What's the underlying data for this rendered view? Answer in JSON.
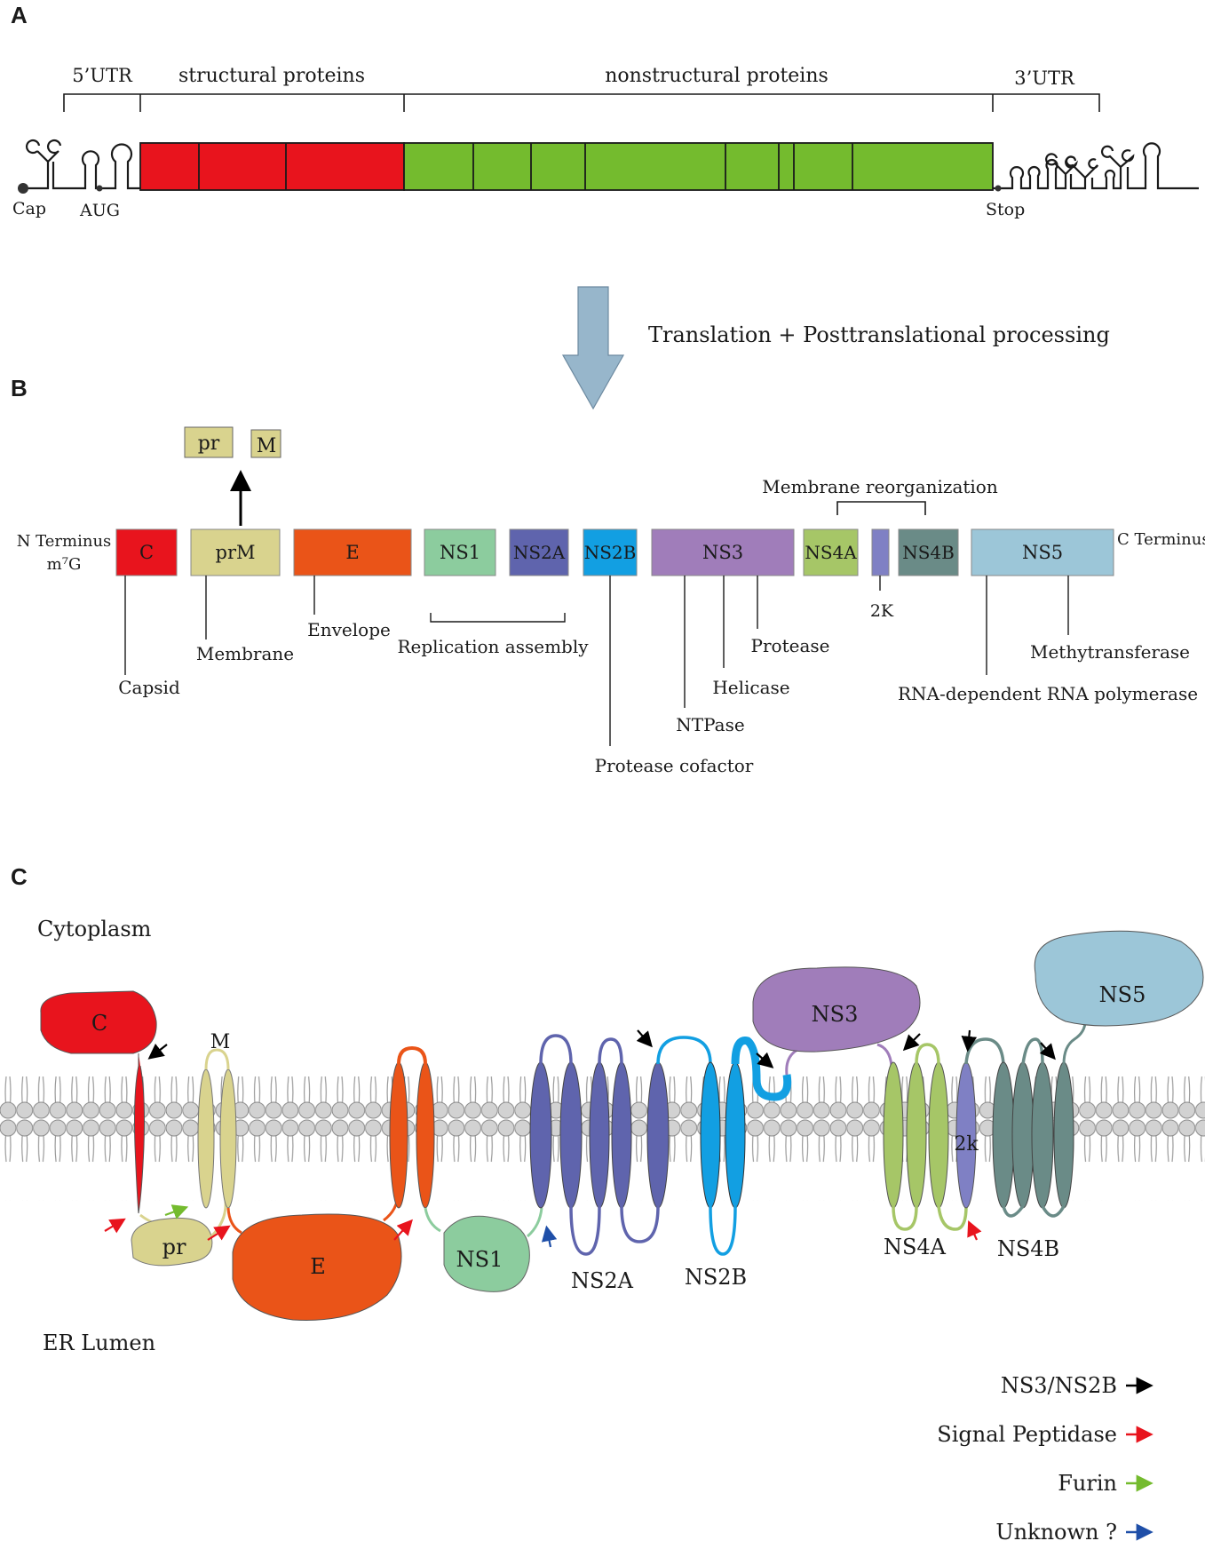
{
  "panels": {
    "a": "A",
    "b": "B",
    "c": "C"
  },
  "genome": {
    "regions": {
      "utr5": "5’UTR",
      "structural": "structural  proteins",
      "nonstructural": "nonstructural proteins",
      "utr3": "3’UTR"
    },
    "markers": {
      "cap": "Cap",
      "aug": "AUG",
      "stop": "Stop"
    },
    "colors": {
      "structural": "#e8141d",
      "nonstructural": "#74bb2e"
    }
  },
  "arrow": {
    "label": "Translation + Posttranslational processing",
    "color": "#97b6cb"
  },
  "polyprotein": {
    "n_terminus_line1": "N Terminus",
    "n_terminus_line2": "m⁷G",
    "c_terminus": "C Terminus",
    "cleaved": {
      "pr": "pr",
      "m": "M"
    },
    "proteins": [
      {
        "id": "c",
        "label": "C",
        "color": "#e8141d"
      },
      {
        "id": "prm",
        "label": "prM",
        "color": "#d9d38e"
      },
      {
        "id": "e",
        "label": "E",
        "color": "#ea5418"
      },
      {
        "id": "ns1",
        "label": "NS1",
        "color": "#8ccc9e"
      },
      {
        "id": "ns2a",
        "label": "NS2A",
        "color": "#5f64ad"
      },
      {
        "id": "ns2b",
        "label": "NS2B",
        "color": "#129fe2"
      },
      {
        "id": "ns3",
        "label": "NS3",
        "color": "#a07dba"
      },
      {
        "id": "ns4a",
        "label": "NS4A",
        "color": "#a6c667"
      },
      {
        "id": "k2",
        "label": "",
        "color": "#7f80c4"
      },
      {
        "id": "ns4b",
        "label": "NS4B",
        "color": "#6a8b87"
      },
      {
        "id": "ns5",
        "label": "NS5",
        "color": "#9cc6d8"
      }
    ],
    "functions": {
      "capsid": "Capsid",
      "membrane": "Membrane",
      "envelope": "Envelope",
      "replication": "Replication assembly",
      "protease_cofactor": "Protease cofactor",
      "ntpase": "NTPase",
      "helicase": "Helicase",
      "protease": "Protease",
      "membrane_reorg": "Membrane reorganization",
      "k2": "2K",
      "methyltransferase": "Methytransferase",
      "rdrp": "RNA-dependent RNA polymerase"
    }
  },
  "topology": {
    "cytoplasm": "Cytoplasm",
    "er_lumen": "ER Lumen",
    "labels": {
      "c": "C",
      "m": "M",
      "pr": "pr",
      "e": "E",
      "ns1": "NS1",
      "ns2a": "NS2A",
      "ns2b": "NS2B",
      "ns3": "NS3",
      "ns4a": "NS4A",
      "k2": "2k",
      "ns4b": "NS4B",
      "ns5": "NS5"
    },
    "legend": [
      {
        "label": "NS3/NS2B",
        "color": "#000000"
      },
      {
        "label": "Signal  Peptidase",
        "color": "#e8141d"
      },
      {
        "label": "Furin",
        "color": "#74bb2e"
      },
      {
        "label": "Unknown ?",
        "color": "#1f4fa8"
      }
    ]
  }
}
